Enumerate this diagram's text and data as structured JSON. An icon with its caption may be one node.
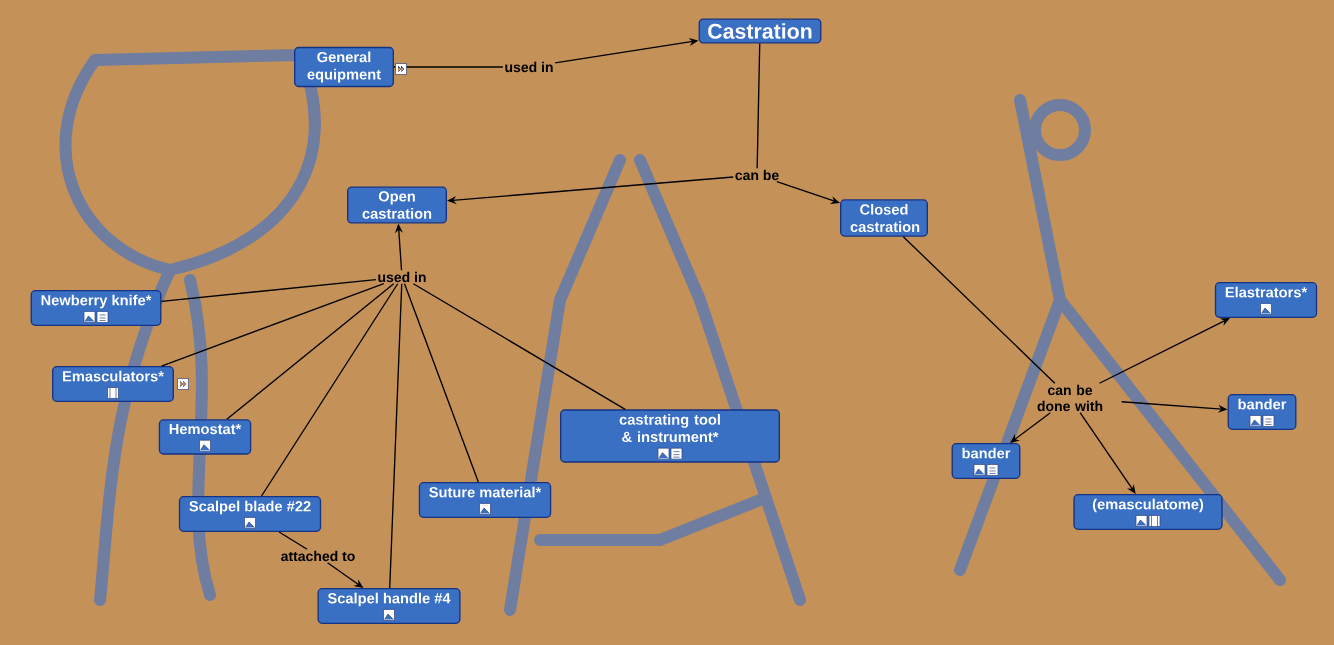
{
  "diagram": {
    "nodes": [
      {
        "text": [
          "General equipment"
        ]
      },
      {
        "text": [
          "Castration"
        ]
      },
      {
        "text": [
          "Open castration"
        ]
      },
      {
        "text": [
          "Closed castration"
        ]
      },
      {
        "text": [
          "Newberry knife*"
        ]
      },
      {
        "text": [
          "Emasculators*"
        ]
      },
      {
        "text": [
          "Elastrators*"
        ]
      },
      {
        "text": [
          "Hemostat*"
        ]
      },
      {
        "text": [
          "bander"
        ]
      },
      {
        "text": [
          "castrating tool & instrument*"
        ]
      },
      {
        "text": [
          "bander"
        ]
      },
      {
        "text": [
          "Suture material*"
        ]
      },
      {
        "text": [
          "Scalpel blade #22"
        ]
      },
      {
        "text": [
          "(emasculatome)"
        ]
      },
      {
        "text": [
          "Scalpel handle #4"
        ]
      },
      {
        "text": [
          "used in"
        ]
      },
      {
        "text": [
          "can be"
        ]
      },
      {
        "text": [
          "used in"
        ]
      },
      {
        "text": [
          "can be done with"
        ]
      },
      {
        "text": [
          "attached to"
        ]
      }
    ],
    "edges": [
      {
        "from": 0,
        "to": 15,
        "arrow": "none"
      },
      {
        "from": 15,
        "to": 1,
        "arrow": "to"
      },
      {
        "from": 1,
        "to": 16,
        "arrow": "none"
      },
      {
        "from": 16,
        "to": 2,
        "arrow": "to"
      },
      {
        "from": 16,
        "to": 3,
        "arrow": "to"
      },
      {
        "from": 4,
        "to": 17,
        "arrow": "none"
      },
      {
        "from": 5,
        "to": 17,
        "arrow": "none"
      },
      {
        "from": 7,
        "to": 17,
        "arrow": "none"
      },
      {
        "from": 12,
        "to": 17,
        "arrow": "none"
      },
      {
        "from": 14,
        "to": 17,
        "arrow": "none"
      },
      {
        "from": 11,
        "to": 17,
        "arrow": "none"
      },
      {
        "from": 9,
        "to": 17,
        "arrow": "none"
      },
      {
        "from": 17,
        "to": 2,
        "arrow": "to"
      },
      {
        "from": 3,
        "to": 18,
        "arrow": "none"
      },
      {
        "from": 18,
        "to": 6,
        "arrow": "to"
      },
      {
        "from": 18,
        "to": 8,
        "arrow": "to"
      },
      {
        "from": 18,
        "to": 10,
        "arrow": "to"
      },
      {
        "from": 18,
        "to": 13,
        "arrow": "to"
      },
      {
        "from": 12,
        "to": 19,
        "arrow": "none"
      },
      {
        "from": 19,
        "to": 14,
        "arrow": "to"
      }
    ]
  }
}
